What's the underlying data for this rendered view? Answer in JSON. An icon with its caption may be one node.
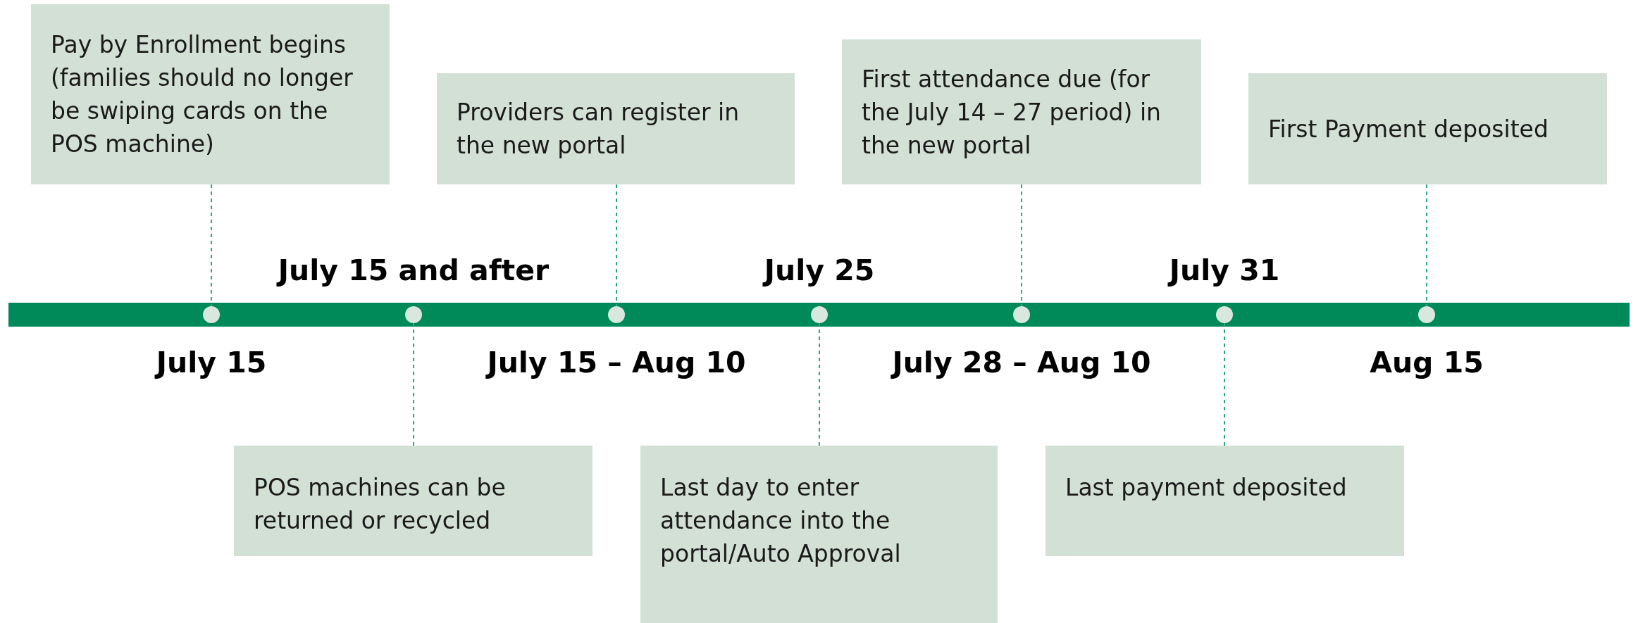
{
  "diagram": {
    "nodes": [
      {
        "text": [
          "Pay by Enrollment begins (families should no longer be swiping cards on the POS machine)"
        ]
      },
      {
        "text": [
          "POS machines can be returned or recycled"
        ]
      },
      {
        "text": [
          "Providers can register in the new portal"
        ]
      },
      {
        "text": [
          "Last day to enter attendance into the portal/Auto Approval"
        ]
      },
      {
        "text": [
          "First attendance due (for the July 14 – 27 period) in the new portal"
        ]
      },
      {
        "text": [
          "Last payment deposited"
        ]
      },
      {
        "text": [
          "First Payment deposited"
        ]
      },
      {
        "text": [],
        "shape": "circle"
      },
      {
        "text": [],
        "shape": "circle"
      },
      {
        "text": [],
        "shape": "circle"
      },
      {
        "text": [],
        "shape": "circle"
      },
      {
        "text": [],
        "shape": "circle"
      },
      {
        "text": [],
        "shape": "circle"
      },
      {
        "text": [],
        "shape": "circle"
      }
    ],
    "edges": [
      {
        "from": 0,
        "to": 7,
        "arrow": "none",
        "style": "dashed"
      },
      {
        "from": 1,
        "to": 8,
        "arrow": "none",
        "style": "dashed"
      },
      {
        "from": 2,
        "to": 9,
        "arrow": "none",
        "style": "dashed"
      },
      {
        "from": 3,
        "to": 10,
        "arrow": "none",
        "style": "dashed"
      },
      {
        "from": 4,
        "to": 11,
        "arrow": "none",
        "style": "dashed"
      },
      {
        "from": 5,
        "to": 12,
        "arrow": "none",
        "style": "dashed"
      },
      {
        "from": 6,
        "to": 13,
        "arrow": "none",
        "style": "dashed"
      }
    ],
    "labels": [
      "July 15 and after",
      "July 25",
      "July 31",
      "July 15",
      "July 15 – Aug 10",
      "July 28 – Aug 10",
      "Aug 15"
    ]
  }
}
